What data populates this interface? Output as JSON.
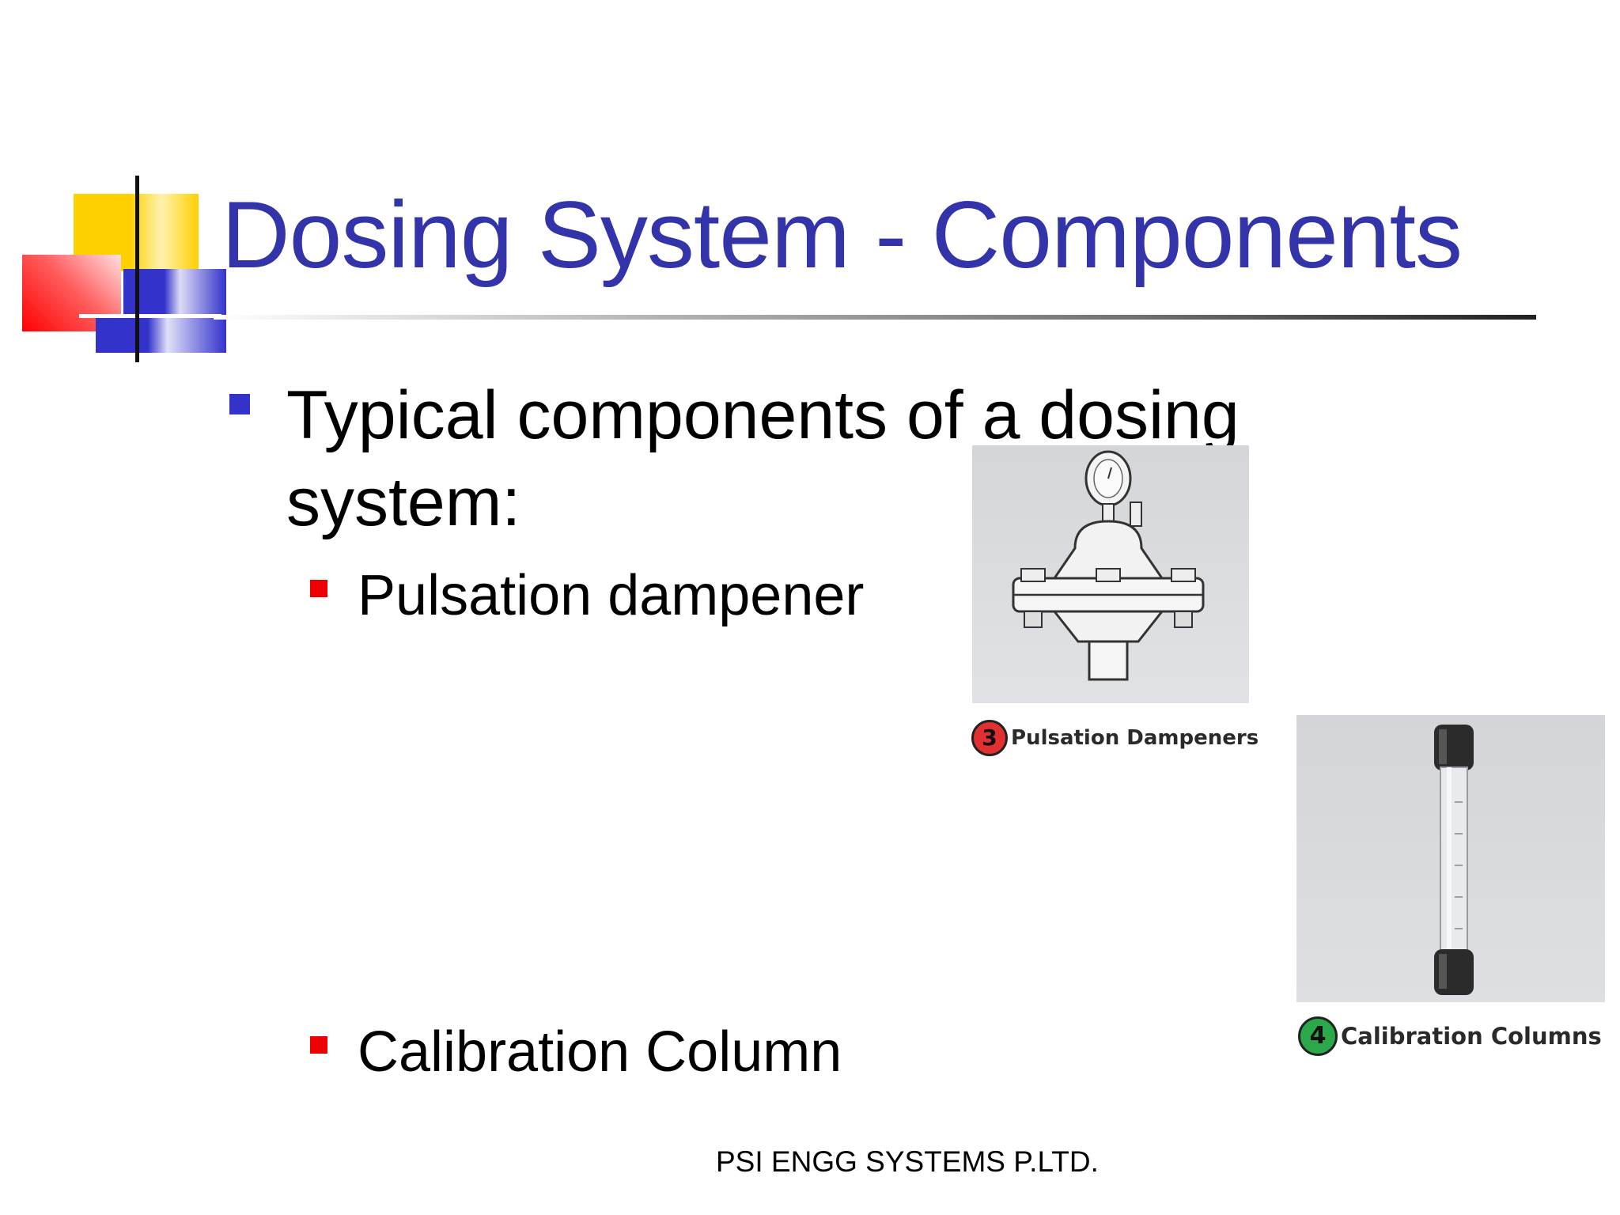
{
  "slide": {
    "title": "Dosing System - Components",
    "bullets": [
      {
        "text": "Typical components of a dosing",
        "continuation": "system:"
      }
    ],
    "sub_bullets": [
      {
        "text": "Pulsation dampener"
      },
      {
        "text": "Calibration Column"
      }
    ],
    "images": [
      {
        "caption_number": "3",
        "caption": "Pulsation Dampeners",
        "icon": "pulsation-dampener-icon"
      },
      {
        "caption_number": "4",
        "caption": "Calibration Columns",
        "icon": "calibration-column-icon"
      }
    ],
    "footer": "PSI ENGG SYSTEMS P.LTD.",
    "colors": {
      "title": "#3333aa",
      "level1_bullet": "#3333cc",
      "level2_bullet": "#ee0000",
      "badge_3": "#e23030",
      "badge_4": "#2aa84a"
    }
  }
}
